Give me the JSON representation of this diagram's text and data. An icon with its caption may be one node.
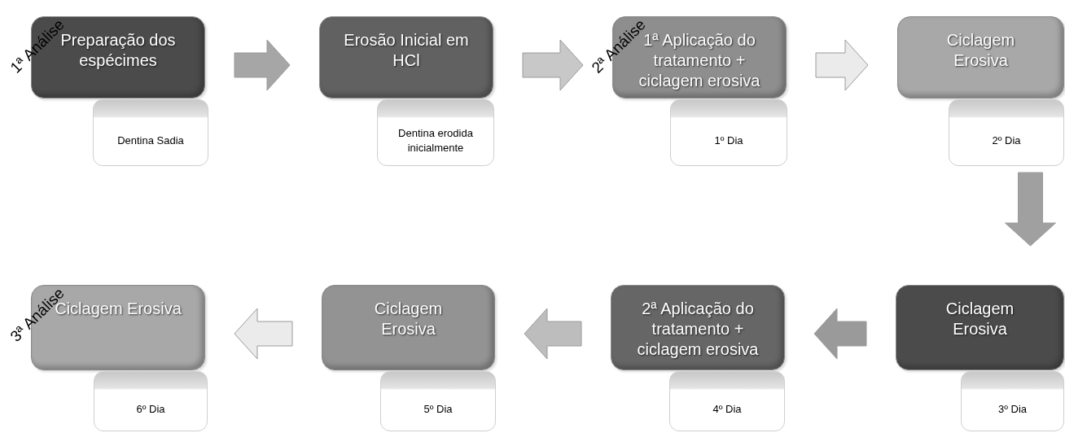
{
  "diagram": {
    "nodes": [
      {
        "text": [
          "Preparação dos espécimes"
        ]
      },
      {
        "text": [
          "Dentina Sadia"
        ]
      },
      {
        "text": [
          "Erosão Inicial em HCl"
        ]
      },
      {
        "text": [
          "Dentina erodida inicialmente"
        ]
      },
      {
        "text": [
          "1ª Aplicação do tratamento + ciclagem erosiva"
        ]
      },
      {
        "text": [
          "1º Dia"
        ]
      },
      {
        "text": [
          "Ciclagem Erosiva"
        ]
      },
      {
        "text": [
          "2º Dia"
        ]
      },
      {
        "text": [
          "Ciclagem Erosiva"
        ]
      },
      {
        "text": [
          "3º Dia"
        ]
      },
      {
        "text": [
          "2ª Aplicação do tratamento + ciclagem erosiva"
        ]
      },
      {
        "text": [
          "4º Dia"
        ]
      },
      {
        "text": [
          "Ciclagem Erosiva"
        ]
      },
      {
        "text": [
          "5º Dia"
        ]
      },
      {
        "text": [
          "Ciclagem Erosiva"
        ]
      },
      {
        "text": [
          "6º Dia"
        ]
      }
    ],
    "edges": [
      {
        "from": 0,
        "to": 2,
        "arrow": "to",
        "style": "thick",
        "color": "#a6a6a6"
      },
      {
        "from": 2,
        "to": 4,
        "arrow": "to",
        "style": "thick",
        "color": "#c8c8c8"
      },
      {
        "from": 4,
        "to": 6,
        "arrow": "to",
        "style": "thick",
        "color": "#ebebeb"
      },
      {
        "from": 7,
        "to": 8,
        "arrow": "to",
        "style": "thick",
        "color": "#a0a0a0"
      },
      {
        "from": 8,
        "to": 10,
        "arrow": "to",
        "style": "thick",
        "color": "#9a9a9a"
      },
      {
        "from": 10,
        "to": 12,
        "arrow": "to",
        "style": "thick",
        "color": "#bdbdbd"
      },
      {
        "from": 12,
        "to": 14,
        "arrow": "to",
        "style": "thick",
        "color": "#ebebeb"
      }
    ],
    "labels": [
      "1ª Análise",
      "2ª Análise",
      "3ª Análise"
    ]
  }
}
